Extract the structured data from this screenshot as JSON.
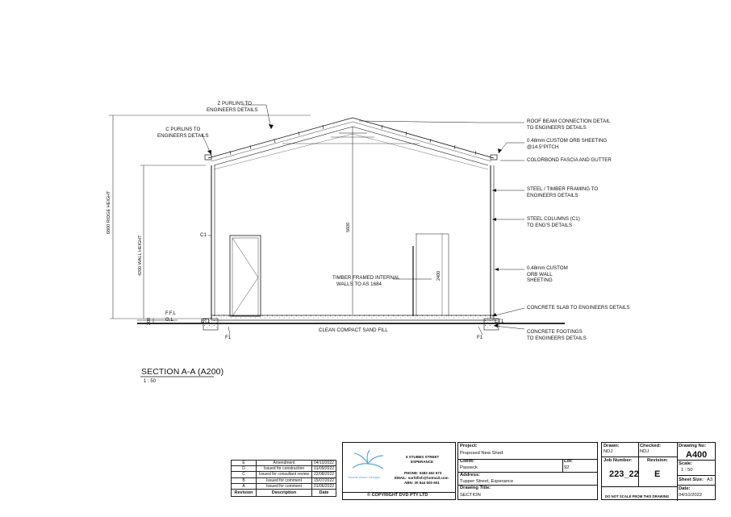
{
  "drawing": {
    "section_title": "SECTION A-A (A200)",
    "scale": "1 : 50",
    "labels": {
      "z_purlins": [
        "Z PURLINS TO",
        "ENGINEERS DETAILS"
      ],
      "c_purlins": [
        "C PURLINS TO",
        "ENGINEERS DETAILS"
      ],
      "roof_beam": [
        "ROOF BEAM CONNECTION DETAIL",
        "TO ENGINEERS DETAILS"
      ],
      "orb_roof": [
        "0.48mm CUSTOM ORB SHEETING",
        "@14.5°PITCH"
      ],
      "fascia": [
        "COLORBOND FASCIA AND GUTTER"
      ],
      "framing": [
        "STEEL / TIMBER FRAMING TO",
        "ENGINEERS DETAILS"
      ],
      "columns": [
        "STEEL COLUMNS (C1)",
        "TO ENG'S DETAILS"
      ],
      "orb_wall": [
        "0.48mm CUSTOM",
        "ORB WALL",
        "SHEETING"
      ],
      "slab": [
        "CONCRETE SLAB TO ENGINEERS DETAILS"
      ],
      "footings": [
        "CONCRETE FOOTINGS",
        "TO ENGINEERS DETAILS"
      ],
      "timber_walls": [
        "TIMBER FRAMED INTERNAL",
        "WALLS TO AS 1684"
      ],
      "sand_fill": [
        "CLEAN COMPACT SAND FILL"
      ],
      "ffl": "F.F.L",
      "gl": "G.L",
      "c1": "C1",
      "et1_left": "ET1",
      "et1_right": "ET1",
      "f1_left": "F1",
      "f1_right": "F1"
    },
    "dims": {
      "ridge_height": "6800 RIDGE HEIGHT",
      "wall_height": "4200 WALL HEIGHT",
      "internal_height": "5600",
      "wall_dim": "2400",
      "small_dim": "200"
    }
  },
  "revisions": {
    "headers": [
      "Revision",
      "Description",
      "Date"
    ],
    "rows": [
      [
        "E",
        "Amendment",
        "04/10/2022"
      ],
      [
        "D",
        "Issued for construction",
        "01/09/2022"
      ],
      [
        "C",
        "Issued for consultant review",
        "22/08/2022"
      ],
      [
        "B",
        "Issued for comment",
        "15/07/2022"
      ],
      [
        "A",
        "Issued for comment",
        "01/06/2022"
      ]
    ]
  },
  "company": {
    "name": "Double Vision Designs",
    "address_lines": [
      "6 STUBBS STREET",
      "ESPERANCE"
    ],
    "phone": "PHONE: 0483 462 673",
    "email": "EMAIL: surf4fish@hotmail.com",
    "abn": "ABN: 30 644 600 601",
    "copyright": "© COPYRIGHT DVD PTY LTD",
    "logo_color": "#5aa9d6"
  },
  "project": {
    "project_label": "Project:",
    "project_value": "Proposed New Shed",
    "client_label": "Client:",
    "client_value": "Passeck",
    "lot_label": "Lot:",
    "lot_value": "92",
    "address_label": "Address:",
    "address_value": "Tupper Street, Esperance",
    "title_label": "Drawing Title:",
    "title_value": "SECTION"
  },
  "sheet": {
    "drawn_label": "Drawn:",
    "drawn_value": "NDJ",
    "checked_label": "Checked:",
    "checked_value": "NDJ",
    "drawing_no_label": "Drawing No:",
    "drawing_no_value": "A400",
    "job_label": "Job Number:",
    "job_value": "223_22",
    "revision_label": "Revision:",
    "revision_value": "E",
    "scale_label": "Scale:",
    "scale_value": "1 : 50",
    "sheet_size_label": "Sheet Size:",
    "sheet_size_value": "A3",
    "date_label": "Date:",
    "date_value": "04/10/2022",
    "note": "DO NOT SCALE FROM THIS DRAWING"
  }
}
